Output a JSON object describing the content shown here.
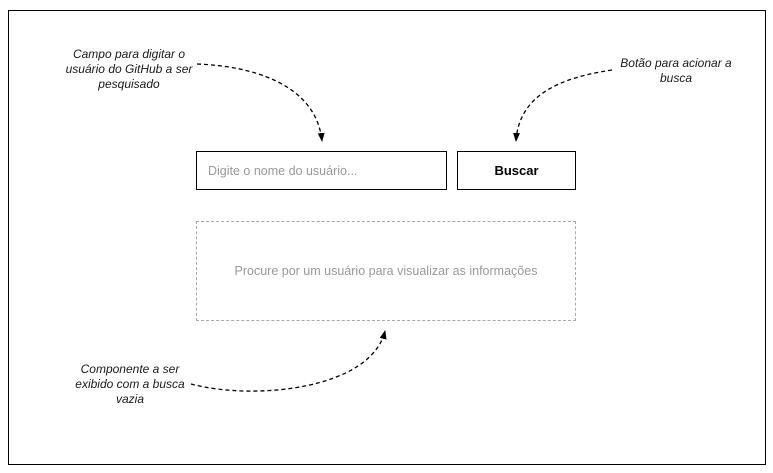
{
  "wireframe": {
    "search": {
      "input_placeholder": "Digite o nome do usuário...",
      "button_label": "Buscar"
    },
    "empty_state": {
      "message": "Procure por um usuário para visualizar as informações"
    }
  },
  "annotations": {
    "search_field": [
      "Campo para digitar o",
      "usuário do GitHub a ser",
      "pesquisado"
    ],
    "search_button": [
      "Botão para acionar a",
      "busca"
    ],
    "empty_state": [
      "Componente a ser",
      "exibido com a busca",
      "vazia"
    ]
  },
  "colors": {
    "frame_border": "#000000",
    "box_border": "#000000",
    "arrow": "#000000",
    "annotation_text": "#1a1a1a",
    "placeholder_text": "#999999",
    "empty_state_text": "#999999",
    "empty_state_border": "#a8a8a8"
  }
}
